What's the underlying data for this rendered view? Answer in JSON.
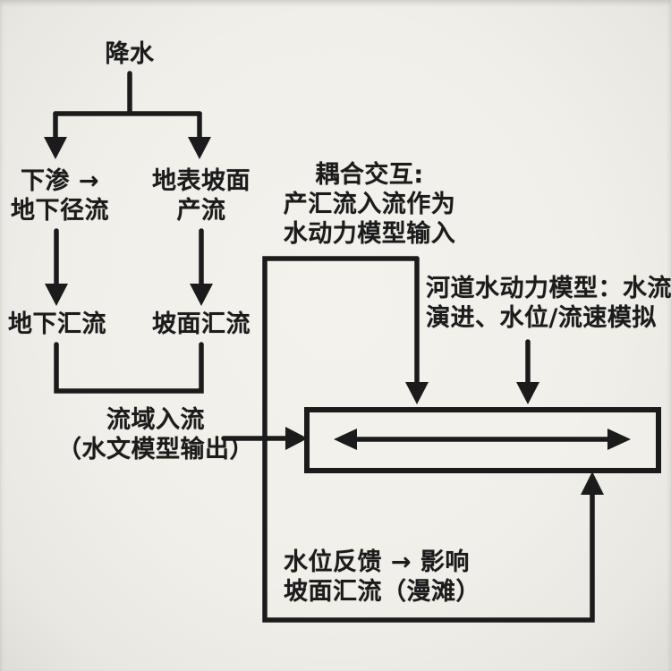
{
  "colors": {
    "background": "#f1efe9",
    "ink": "#1b1b1b"
  },
  "nodes": {
    "precipitation": {
      "lines": [
        "降水"
      ]
    },
    "infiltration": {
      "lines": [
        "下渗 →",
        "地下径流"
      ]
    },
    "surface_runoff": {
      "lines": [
        "地表坡面",
        "产流"
      ]
    },
    "underground_confluence": {
      "lines": [
        "地下汇流"
      ]
    },
    "slope_confluence": {
      "lines": [
        "坡面汇流"
      ]
    },
    "coupling_note": {
      "lines": [
        "耦合交互:",
        "产汇流入流作为",
        "水动力模型输入"
      ]
    },
    "hydrodynamic_note": {
      "lines": [
        "河道水动力模型：水流",
        "演进、水位/流速模拟"
      ]
    },
    "inflow_label": {
      "lines": [
        "流域入流",
        "（水文模型输出）"
      ]
    },
    "feedback_label": {
      "lines": [
        "水位反馈 → 影响",
        "坡面汇流（漫滩）"
      ]
    }
  }
}
